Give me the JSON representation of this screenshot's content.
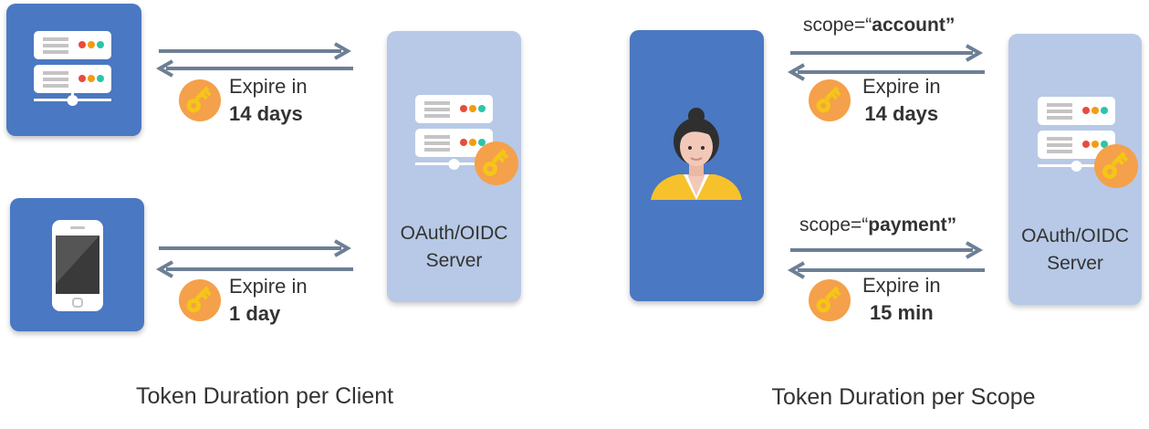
{
  "left": {
    "caption": "Token Duration per Client",
    "server_label_line1": "OAuth/OIDC",
    "server_label_line2": "Server",
    "rows": [
      {
        "client": "server-client",
        "expire_text": "Expire in",
        "expire_value": "14 days"
      },
      {
        "client": "mobile-client",
        "expire_text": "Expire in",
        "expire_value": "1 day"
      }
    ]
  },
  "right": {
    "caption": "Token Duration per Scope",
    "server_label_line1": "OAuth/OIDC",
    "server_label_line2": "Server",
    "rows": [
      {
        "scope_prefix": "scope=“",
        "scope_value": "account",
        "scope_suffix": "”",
        "expire_text": "Expire in",
        "expire_value": "14 days"
      },
      {
        "scope_prefix": "scope=“",
        "scope_value": "payment",
        "scope_suffix": "”",
        "expire_text": "Expire in",
        "expire_value": "15 min"
      }
    ]
  },
  "colors": {
    "client_box": "#4a78c2",
    "server_box": "#b7c9e6",
    "arrow": "#6d7f94",
    "key_circle": "#f5a04a",
    "key": "#f5c518"
  }
}
